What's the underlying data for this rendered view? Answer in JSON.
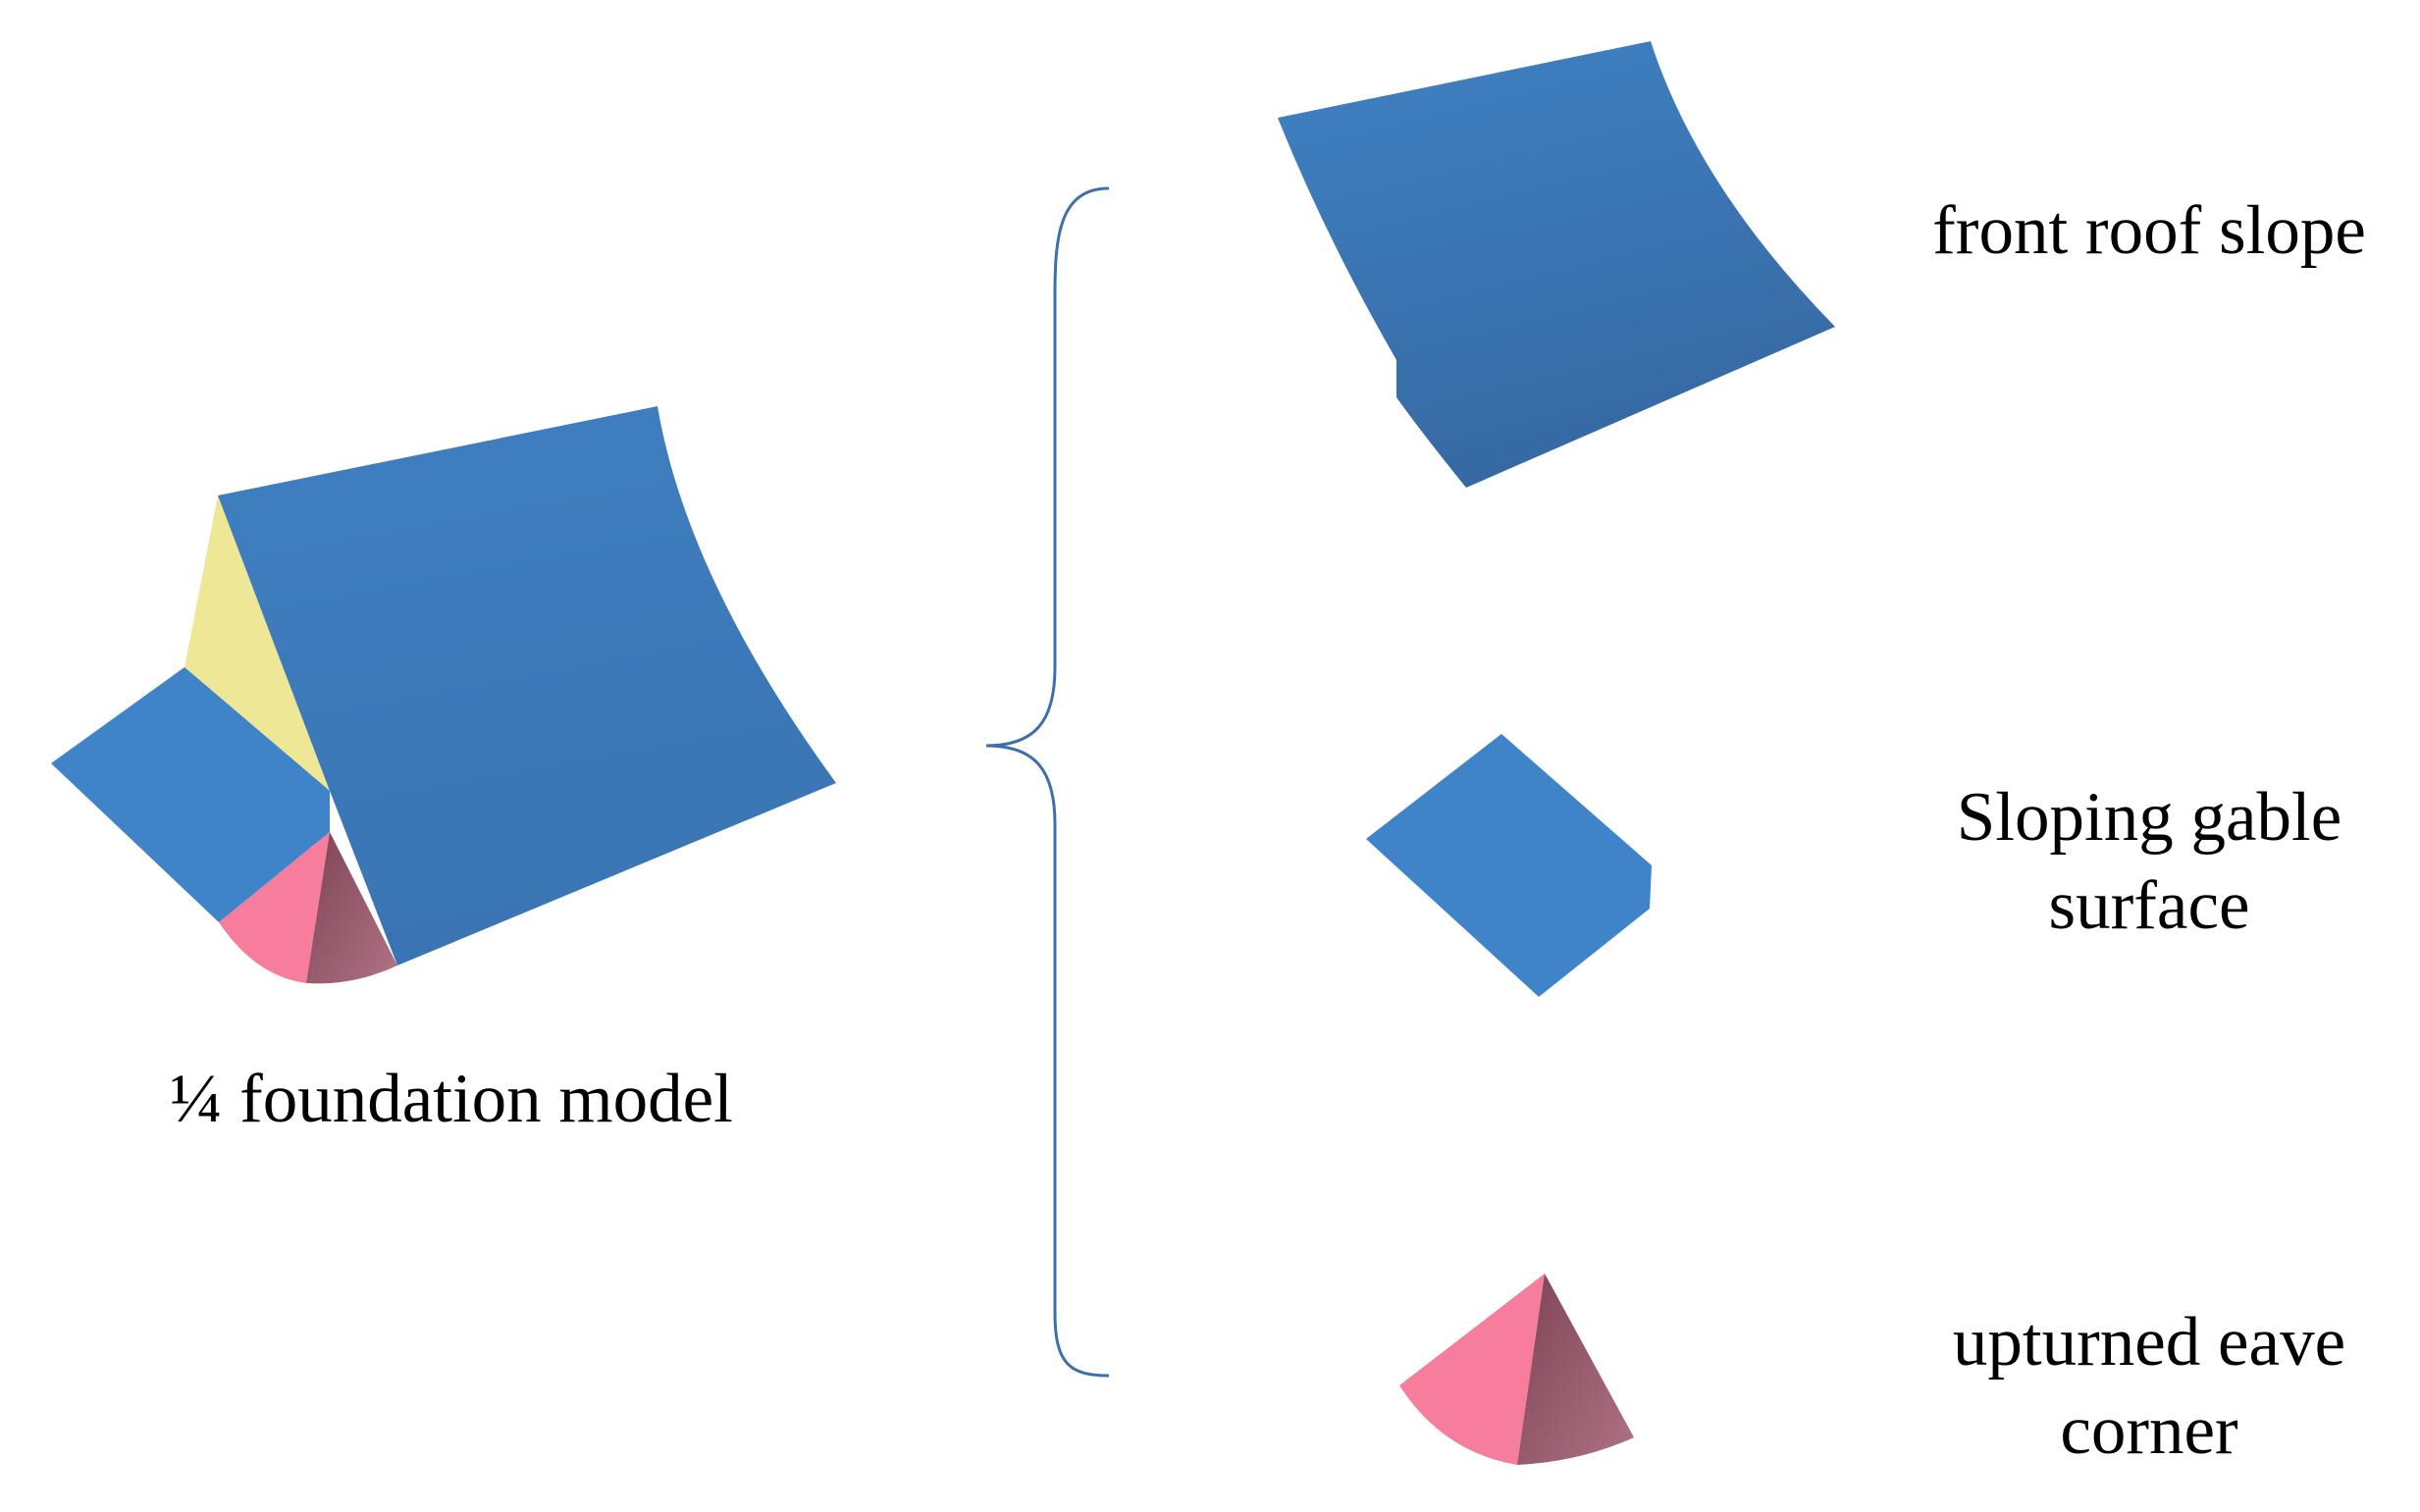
{
  "labels": {
    "foundation_model": "¼ foundation model",
    "front_roof_slope": "front roof slope",
    "sloping_gable_line1": "Sloping gable",
    "sloping_gable_line2": "surface",
    "upturned_eave_line1": "upturned eave",
    "upturned_eave_line2": "corner"
  },
  "colors": {
    "roof_blue": "#3d7dbd",
    "roof_blue_dark": "#356fa8",
    "gable_yellow": "#eee796",
    "eave_pink": "#f67d9b",
    "eave_maroon": "#9a5468",
    "brace_line": "#3f6fa8"
  }
}
